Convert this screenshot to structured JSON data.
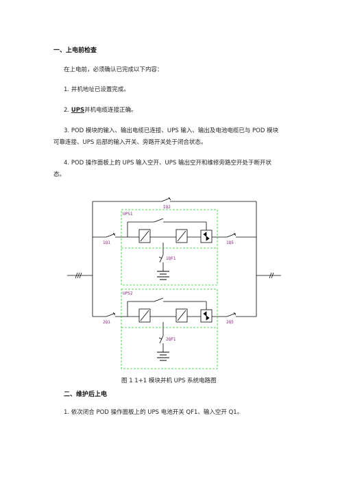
{
  "section1": {
    "heading": "一、上电前检查",
    "intro": "在上电前，必须确认已完成以下内容：",
    "items": [
      {
        "num": "1.",
        "text": "并机地址已设置完成。"
      },
      {
        "num": "2.",
        "highlight": "UPS",
        "text": "并机电缆连接正确。"
      },
      {
        "num": "3.",
        "text_line1": "POD 模块的输入、输出电缆已连接、UPS 输入、输出及电池电缆已与 POD 模块",
        "text_line2": "可靠连接、UPS 后部的输入开关、旁路开关处于闭合状态。"
      },
      {
        "num": "4.",
        "text_line1": "POD 操作面板上的 UPS 输入空开、UPS 输出空开和维修旁路空开处于断开状",
        "text_line2": "态。"
      }
    ]
  },
  "diagram": {
    "labels": {
      "bypass_switch": "IQ2",
      "ups1": "UPS1",
      "ups1_input": "1Q1",
      "ups1_output": "1Q5",
      "ups1_battery": "1QF1",
      "ups2": "UPS2",
      "ups2_input": "2Q1",
      "ups2_output": "2Q5",
      "ups2_battery": "2QF1"
    },
    "colors": {
      "line": "#000000",
      "dashed_box": "#22cc22",
      "label": "#8a1f7f",
      "component": "#000000"
    }
  },
  "caption": "图 1   1+1 模块并机 UPS 系统电路图",
  "section2": {
    "heading": "二、维护后上电",
    "item1": "1. 依次闭合 POD 操作面板上的 UPS 电池开关 QF1、输入空开 Q1。"
  }
}
